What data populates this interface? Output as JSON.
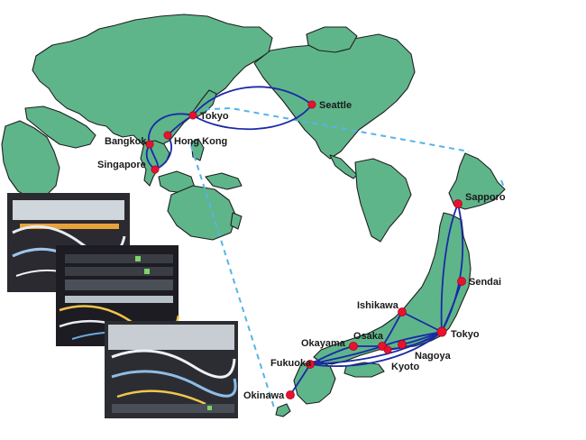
{
  "world_cities": [
    {
      "id": "tokyo",
      "label": "Tokyo"
    },
    {
      "id": "seattle",
      "label": "Seattle"
    },
    {
      "id": "bangkok",
      "label": "Bangkok"
    },
    {
      "id": "hong-kong",
      "label": "Hong Kong"
    },
    {
      "id": "singapore",
      "label": "Singapore"
    }
  ],
  "japan_cities": [
    {
      "id": "sapporo",
      "label": "Sapporo"
    },
    {
      "id": "sendai",
      "label": "Sendai"
    },
    {
      "id": "ishikawa",
      "label": "Ishikawa"
    },
    {
      "id": "tokyo",
      "label": "Tokyo"
    },
    {
      "id": "okayama",
      "label": "Okayama"
    },
    {
      "id": "osaka",
      "label": "Osaka"
    },
    {
      "id": "nagoya",
      "label": "Nagoya"
    },
    {
      "id": "kyoto",
      "label": "Kyoto"
    },
    {
      "id": "fukuoka",
      "label": "Fukuoka"
    },
    {
      "id": "okinawa",
      "label": "Okinawa"
    }
  ],
  "colors": {
    "land": "#5fb58a",
    "route": "#1a2aa6",
    "city_marker": "#e8122e",
    "zoom_lines": "#55b4e6"
  }
}
